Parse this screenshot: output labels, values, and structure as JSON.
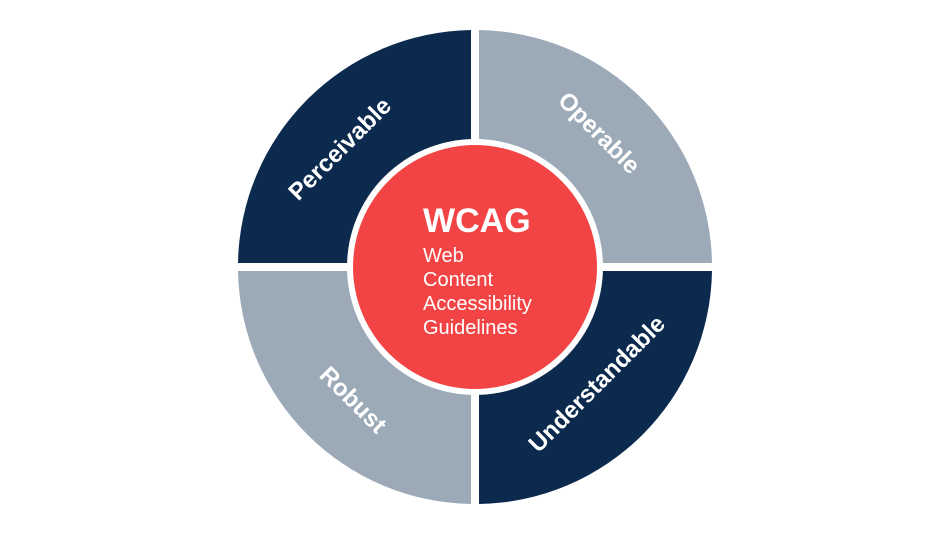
{
  "colors": {
    "dark_segment": "#0b2a4e",
    "light_segment": "#9caab8",
    "center": "#f24444",
    "text": "#ffffff",
    "gap": "#ffffff"
  },
  "center": {
    "title": "WCAG",
    "lines": [
      "Web",
      "Content",
      "Accessibility",
      "Guidelines"
    ]
  },
  "segments": [
    {
      "label": "Perceivable",
      "tone": "dark"
    },
    {
      "label": "Operable",
      "tone": "light"
    },
    {
      "label": "Understandable",
      "tone": "dark"
    },
    {
      "label": "Robust",
      "tone": "light"
    }
  ]
}
